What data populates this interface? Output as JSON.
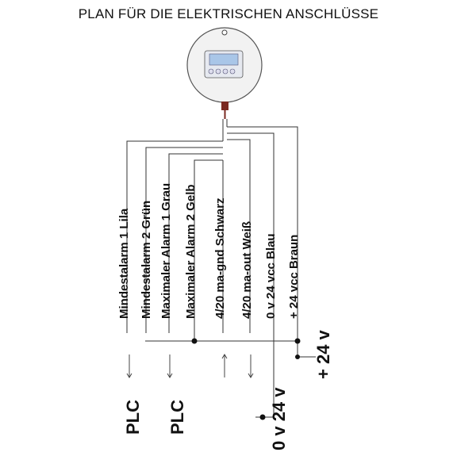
{
  "title": "PLAN FÜR DIE ELEKTRISCHEN ANSCHLÜSSE",
  "colors": {
    "line": "#333333",
    "gauge_body": "#f2f2f2",
    "lcd": "#a9c6e8",
    "cable": "#7a2a22",
    "text": "#111111"
  },
  "wires": [
    "Mindestalarm 1 Lila",
    "Mindestalarm 2 Grün",
    "Maximaler Alarm 1 Grau",
    "Maximaler Alarm 2 Gelb",
    "4/20 ma-gnd Schwarz",
    "4/20 ma-out Weiß",
    "0 v 24 vcc Blau",
    "+ 24 vcc Braun"
  ],
  "outputs": {
    "plc_1": "PLC",
    "plc_2": "PLC",
    "zero_v": "0 v 24 v",
    "plus_24v": "+ 24 v"
  },
  "icons": {
    "device": "pressure-gauge-icon",
    "arrows_down": "arrow-down-icon",
    "arrows_up": "arrow-up-icon"
  }
}
